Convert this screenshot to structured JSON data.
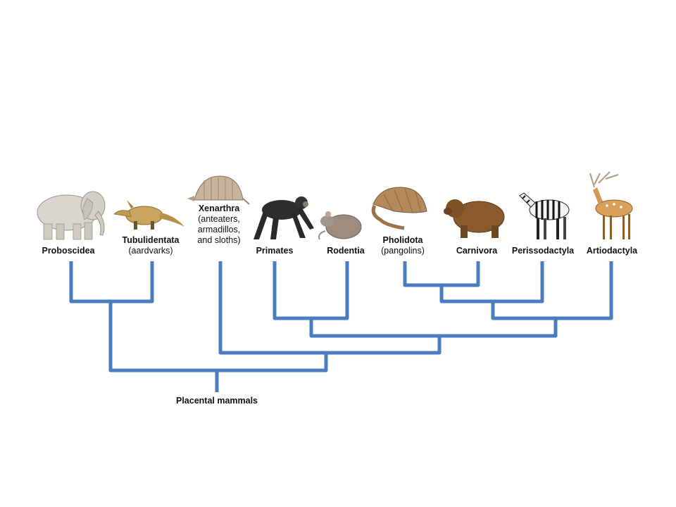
{
  "diagram": {
    "root_label": "Placental mammals",
    "line_color": "#4a7cc0",
    "taxa": [
      {
        "id": "proboscidea",
        "name": "Proboscidea",
        "common": "",
        "icon": "elephant-icon"
      },
      {
        "id": "tubulidentata",
        "name": "Tubulidentata",
        "common": "(aardvarks)",
        "icon": "aardvark-icon"
      },
      {
        "id": "xenarthra",
        "name": "Xenarthra",
        "common": "(anteaters,\narmadillos,\nand sloths)",
        "icon": "armadillo-icon"
      },
      {
        "id": "primates",
        "name": "Primates",
        "common": "",
        "icon": "chimpanzee-icon"
      },
      {
        "id": "rodentia",
        "name": "Rodentia",
        "common": "",
        "icon": "rodent-icon"
      },
      {
        "id": "pholidota",
        "name": "Pholidota",
        "common": "(pangolins)",
        "icon": "pangolin-icon"
      },
      {
        "id": "carnivora",
        "name": "Carnivora",
        "common": "",
        "icon": "bear-icon"
      },
      {
        "id": "perissodactyla",
        "name": "Perissodactyla",
        "common": "",
        "icon": "zebra-icon"
      },
      {
        "id": "artiodactyla",
        "name": "Artiodactyla",
        "common": "",
        "icon": "deer-icon"
      }
    ]
  }
}
